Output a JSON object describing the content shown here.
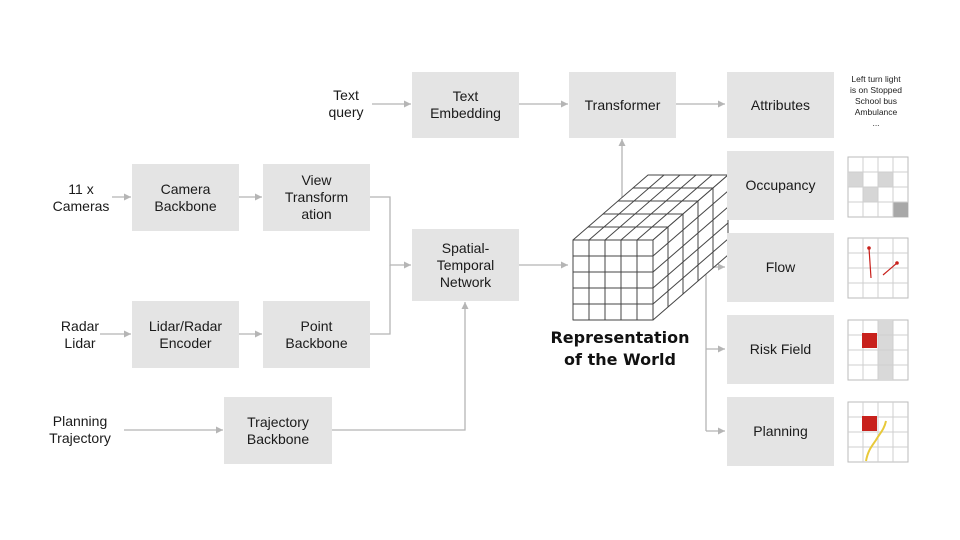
{
  "inputs": {
    "text_query": "Text\nquery",
    "cameras": "11 x\nCameras",
    "radar_lidar": "Radar\nLidar",
    "planning_trajectory": "Planning\nTrajectory"
  },
  "blocks": {
    "text_embedding": "Text\nEmbedding",
    "transformer": "Transformer",
    "camera_backbone": "Camera\nBackbone",
    "view_transformation": "View\nTransform\nation",
    "lidar_radar_encoder": "Lidar/Radar\nEncoder",
    "point_backbone": "Point\nBackbone",
    "spatial_temporal_network": "Spatial-\nTemporal\nNetwork",
    "trajectory_backbone": "Trajectory\nBackbone"
  },
  "world": {
    "title": "Representation\nof the World"
  },
  "outputs": {
    "attributes": "Attributes",
    "occupancy": "Occupancy",
    "flow": "Flow",
    "risk_field": "Risk Field",
    "planning": "Planning"
  },
  "attributes_example": "Left turn light\nis on Stopped\nSchool bus\nAmbulance\n...",
  "colors": {
    "box_fill": "#e4e4e4",
    "line": "#b5b5b5",
    "risk_red": "#c8211c",
    "occupied_gray": "#d6d6d6",
    "trajectory_yellow": "#e8c93a"
  }
}
